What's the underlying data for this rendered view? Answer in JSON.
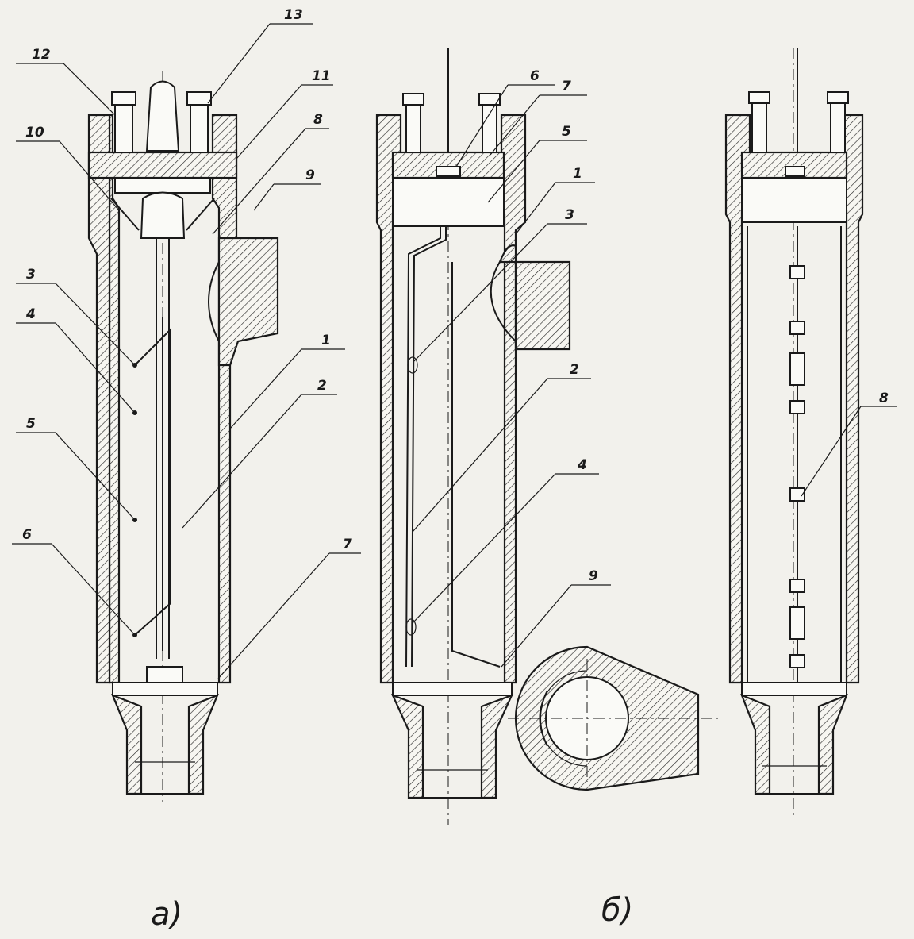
{
  "figure": {
    "panel_a": {
      "caption": "а)",
      "labels": [
        "12",
        "13",
        "11",
        "10",
        "8",
        "9",
        "3",
        "4",
        "5",
        "1",
        "2",
        "6",
        "7"
      ]
    },
    "panel_b": {
      "caption": "б)",
      "labels": [
        "6",
        "7",
        "5",
        "1",
        "3",
        "2",
        "4",
        "9"
      ]
    },
    "panel_c": {
      "labels": [
        "8"
      ]
    }
  }
}
